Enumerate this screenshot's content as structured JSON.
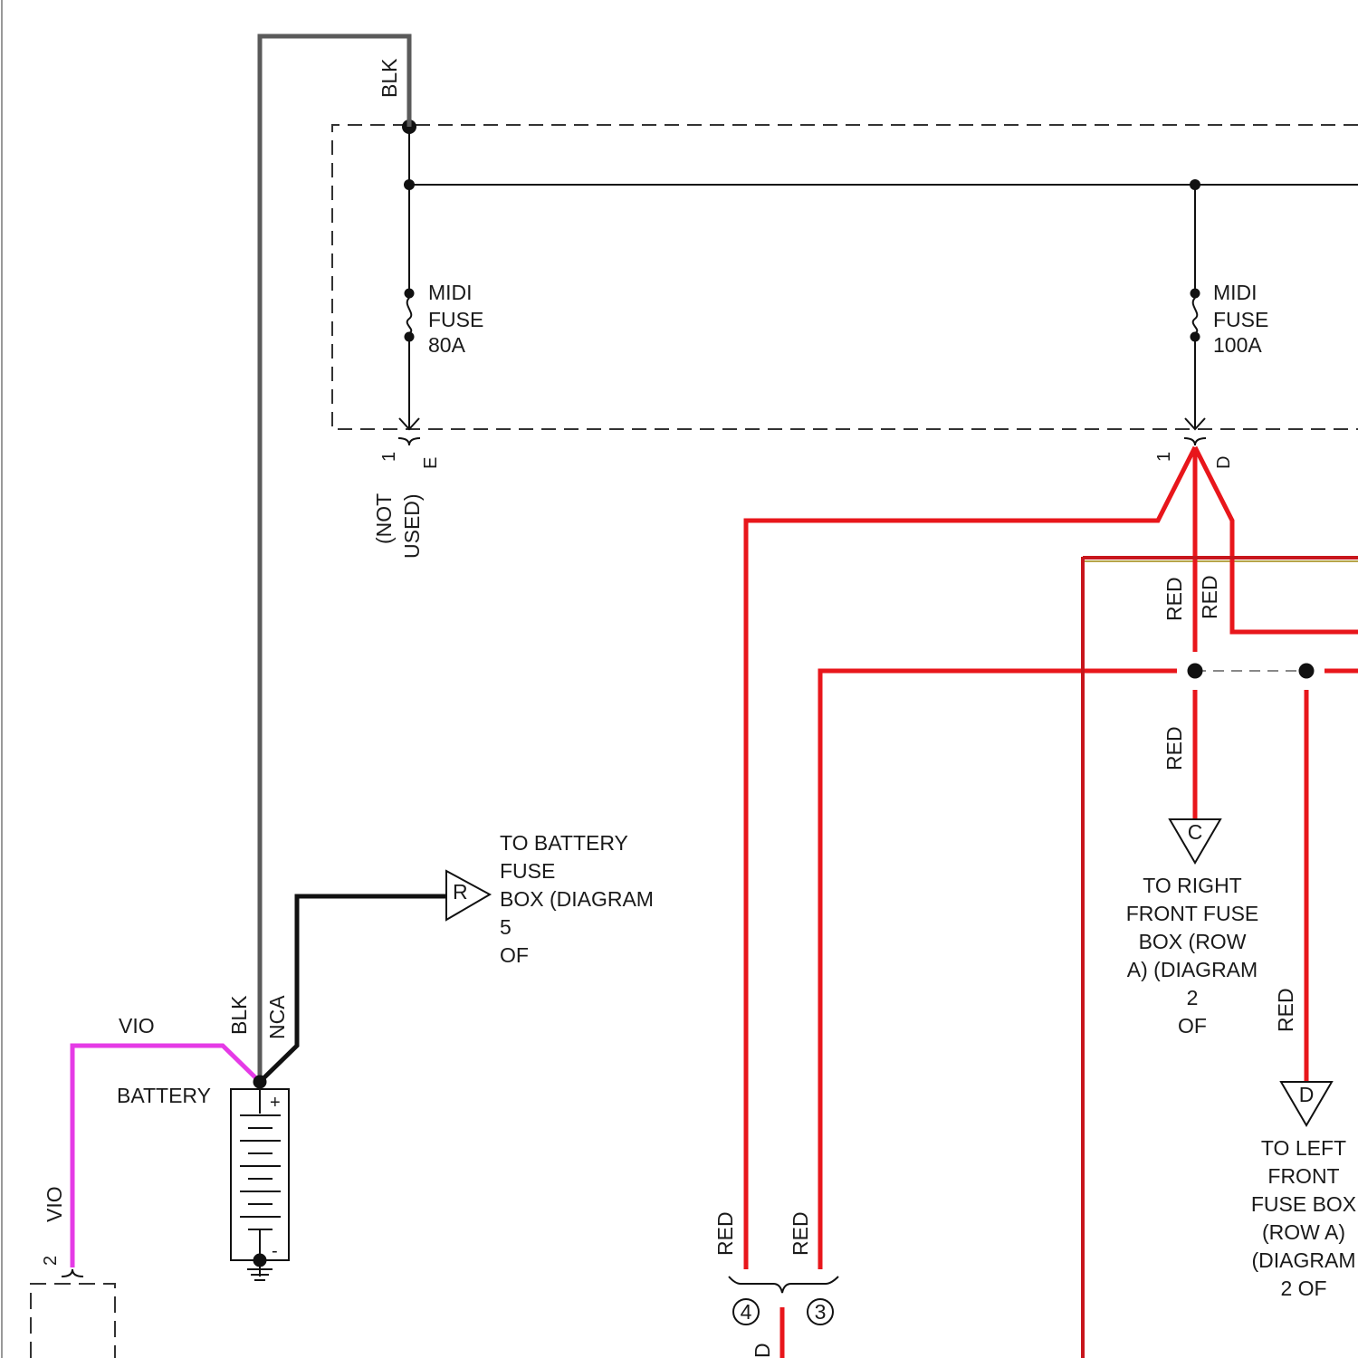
{
  "colors": {
    "red_wire": "#e8161b",
    "black_wire": "#111111",
    "gray_wire": "#5a5a5a",
    "violet_wire": "#e53be6",
    "dark_red": "#c8161c",
    "olive_border": "#b7a44a",
    "dashed_box": "#333333"
  },
  "wires": {
    "blk_top": "BLK",
    "blk_battery": "BLK",
    "nca": "NCA",
    "vio_horizontal": "VIO",
    "vio_vertical": "VIO",
    "red_c1": "RED",
    "red_c2": "RED",
    "red_c_down": "RED",
    "red_d_down": "RED",
    "red_pin4": "RED",
    "red_pin3": "RED"
  },
  "fuses": [
    {
      "line1": "MIDI",
      "line2": "FUSE",
      "line3": "80A"
    },
    {
      "line1": "MIDI",
      "line2": "FUSE",
      "line3": "100A"
    }
  ],
  "connectors": {
    "e": {
      "pin": "1",
      "letter": "E"
    },
    "d": {
      "pin": "1",
      "letter": "D"
    },
    "bottom_left": {
      "pin": "2"
    },
    "bottom_pins": [
      "4",
      "3"
    ],
    "bottom_letter": "D"
  },
  "not_used": {
    "line1": "(NOT",
    "line2": "USED)"
  },
  "battery": {
    "label": "BATTERY",
    "plus": "+",
    "minus": "-"
  },
  "refs": {
    "r": {
      "letter": "R",
      "lines": [
        "TO BATTERY",
        "FUSE",
        "BOX (DIAGRAM",
        "5",
        "OF"
      ]
    },
    "c": {
      "letter": "C",
      "lines": [
        "TO RIGHT",
        "FRONT FUSE",
        "BOX (ROW",
        "A) (DIAGRAM",
        "2",
        "OF"
      ]
    },
    "d": {
      "letter": "D",
      "lines": [
        "TO LEFT",
        "FRONT",
        "FUSE BOX",
        "(ROW A)",
        "(DIAGRAM",
        "2 OF"
      ]
    }
  }
}
